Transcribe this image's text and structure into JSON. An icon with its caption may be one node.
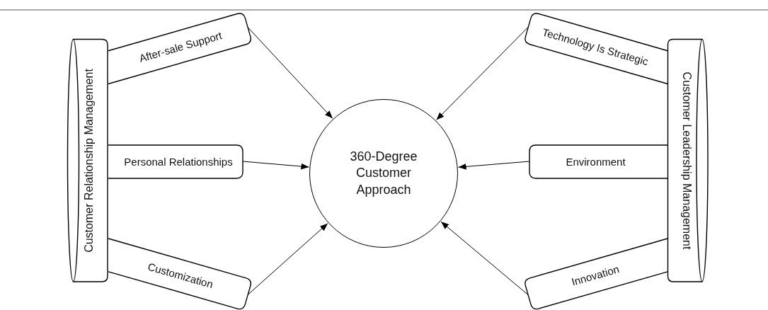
{
  "diagram": {
    "nodes": [
      {
        "text": [
          "Customer Relationship Management"
        ]
      },
      {
        "text": [
          "After-sale Support"
        ]
      },
      {
        "text": [
          "Personal Relationships"
        ]
      },
      {
        "text": [
          "Customization"
        ]
      },
      {
        "text": [
          "360-Degree Customer Approach"
        ]
      },
      {
        "text": [
          "Technology Is Strategic"
        ]
      },
      {
        "text": [
          "Environment"
        ]
      },
      {
        "text": [
          "Innovation"
        ]
      },
      {
        "text": [
          "Customer Leadership Management"
        ]
      }
    ],
    "edges": [
      {
        "from": 1,
        "to": 4,
        "arrow": "to"
      },
      {
        "from": 2,
        "to": 4,
        "arrow": "to"
      },
      {
        "from": 3,
        "to": 4,
        "arrow": "to"
      },
      {
        "from": 5,
        "to": 4,
        "arrow": "to"
      },
      {
        "from": 6,
        "to": 4,
        "arrow": "to"
      },
      {
        "from": 7,
        "to": 4,
        "arrow": "to"
      }
    ]
  }
}
